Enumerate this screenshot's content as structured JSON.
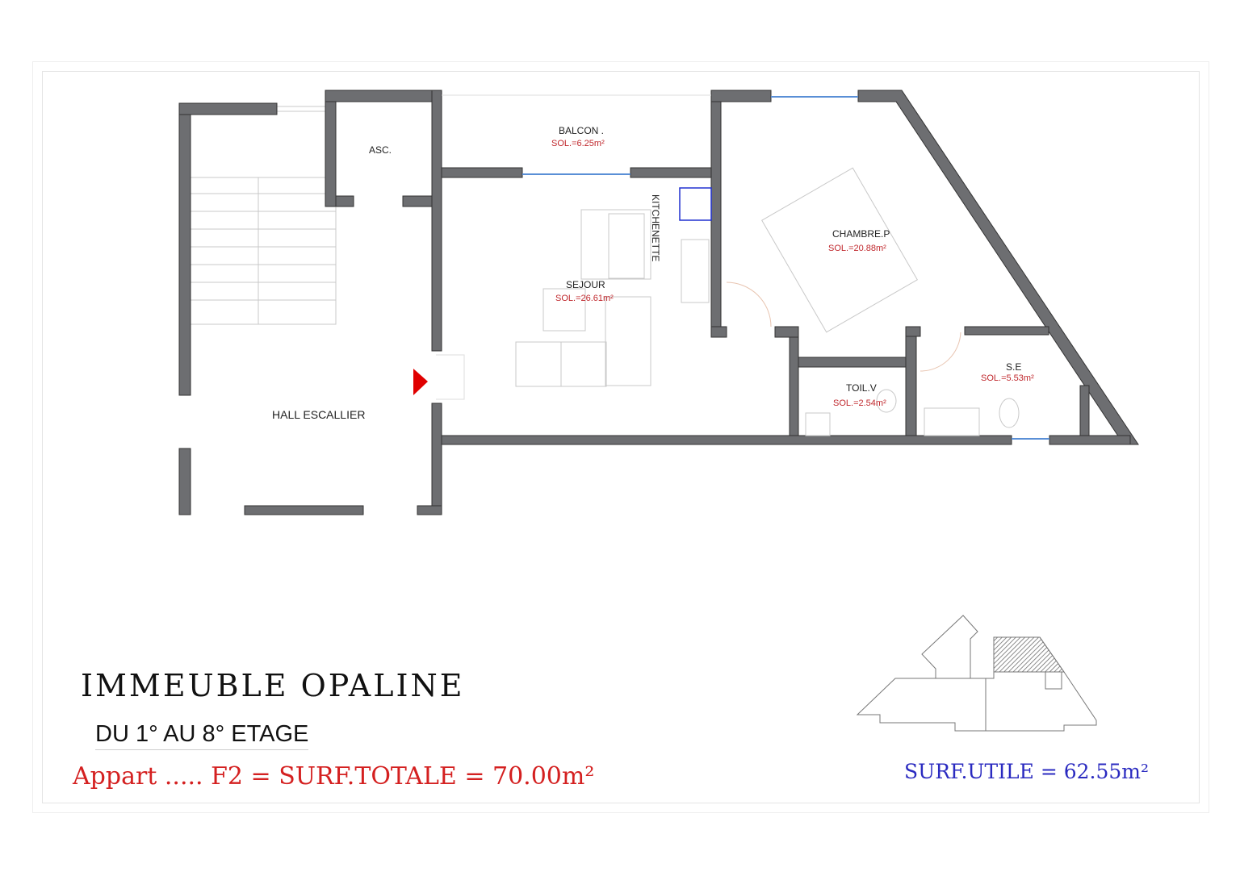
{
  "rooms": {
    "asc": "ASC.",
    "balcon": {
      "name": "BALCON .",
      "area": "SOL.=6.25m²"
    },
    "kitchenette": "KITCHENETTE",
    "sejour": {
      "name": "SEJOUR",
      "area": "SOL.=26.61m²"
    },
    "chambre": {
      "name": "CHAMBRE.P",
      "area": "SOL.=20.88m²"
    },
    "toilette": {
      "name": "TOIL.V",
      "area": "SOL.=2.54m²"
    },
    "salle_eau": {
      "name": "S.E",
      "area": "SOL.=5.53m²"
    },
    "hall": "HALL ESCALLIER"
  },
  "footer": {
    "building": "IMMEUBLE  OPALINE",
    "floors": "DU 1° AU 8° ETAGE",
    "total": "Appart ..... F2 = SURF.TOTALE = 70.00m²",
    "utile": "SURF.UTILE = 62.55m²"
  },
  "colors": {
    "wall": "#6d6e71",
    "area_text": "#c0282d",
    "entry_marker": "#e00000",
    "utile_text": "#2a2ac0"
  }
}
